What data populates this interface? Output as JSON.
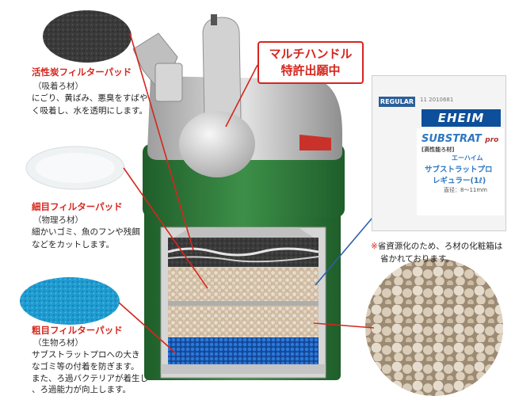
{
  "callout": {
    "line1": "マルチハンドル",
    "line2": "特許出願中"
  },
  "pads": [
    {
      "title": "活性炭フィルターパッド",
      "type": "（吸着ろ材）",
      "desc": [
        "にごり、黄ばみ、悪臭をすばや",
        "く吸着し、水を透明にします。"
      ]
    },
    {
      "title": "細目フィルターパッド",
      "type": "（物理ろ材）",
      "desc": [
        "細かいゴミ、魚のフンや残餌",
        "などをカットします。"
      ]
    },
    {
      "title": "粗目フィルターパッド",
      "type": "（生物ろ材）",
      "desc": [
        "サブストラットプロへの大き",
        "なゴミ等の付着を防ぎます。",
        "また、ろ過バクテリアが着生し",
        "、ろ過能力が向上します。"
      ]
    }
  ],
  "note": {
    "mark": "※",
    "line1": "省資源化のため、ろ材の化粧箱は",
    "line2": "省かれております。"
  },
  "bag": {
    "regular": "REGULAR",
    "code": "11   2010681",
    "logo": "EHEIM",
    "brand": "SUBSTRAT",
    "brand_suffix": "pro",
    "sub": "[高性能ろ材]",
    "ja1": "エーハイム",
    "ja2": "サブストラットプロ",
    "ja3": "レギュラー(1ℓ)",
    "size": "直径：8〜11mm"
  },
  "colors": {
    "accent": "#d6261e",
    "body_green": "#2f7a3a",
    "carbon": "#3a3a3a",
    "fine_pad": "#eef2f3",
    "coarse_pad": "#1f9bd0",
    "media": "#d9c7b0",
    "blue_layer": "#1f64c6",
    "brand_blue": "#0d4f9a"
  },
  "icons": [
    "carbon-pad-image",
    "fine-pad-image",
    "coarse-pad-image",
    "filter-canister-image",
    "media-bag-image",
    "media-balls-image"
  ]
}
